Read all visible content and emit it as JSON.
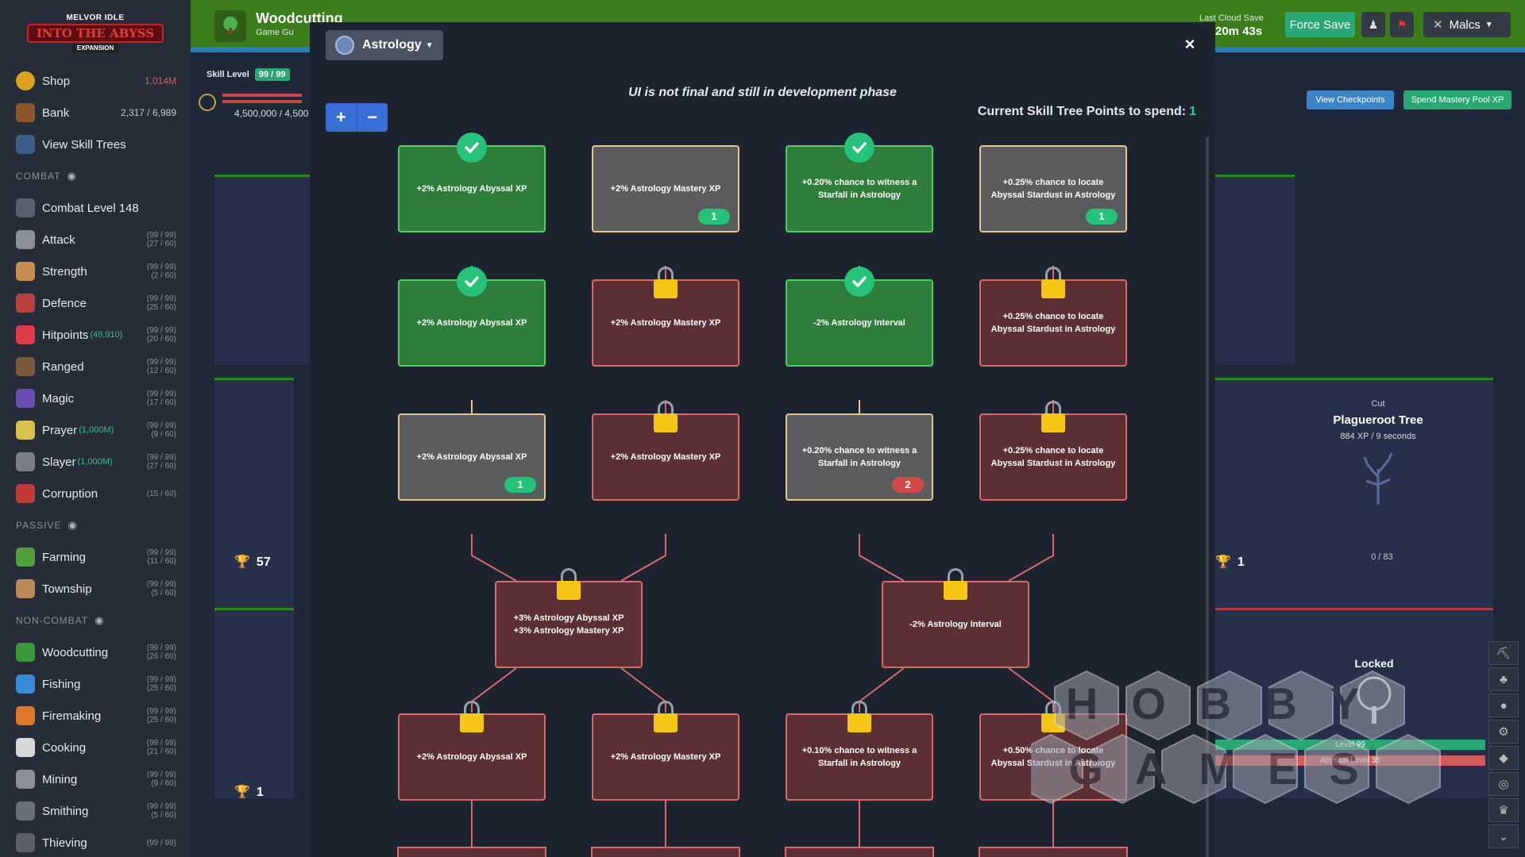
{
  "logo": {
    "line1": "MELVOR IDLE",
    "line2": "INTO THE ABYSS",
    "line3": "EXPANSION"
  },
  "sidebar": {
    "top_items": [
      {
        "label": "Shop",
        "value": "1,014M",
        "icon": "coin-icon"
      },
      {
        "label": "Bank",
        "value": "2,317 / 6,989",
        "icon": "bank-chest-icon"
      },
      {
        "label": "View Skill Trees",
        "icon": "skill-tree-icon"
      }
    ],
    "combat_header": "COMBAT",
    "combat": [
      {
        "label": "Combat Level 148",
        "icon": "crossed-swords-icon"
      },
      {
        "label": "Attack",
        "lv1": "(99 / 99)",
        "lv2": "(27 / 60)",
        "icon": "sword-icon"
      },
      {
        "label": "Strength",
        "lv1": "(99 / 99)",
        "lv2": "(2 / 60)",
        "icon": "fist-icon"
      },
      {
        "label": "Defence",
        "lv1": "(99 / 99)",
        "lv2": "(25 / 60)",
        "icon": "shield-icon"
      },
      {
        "label": "Hitpoints",
        "sub": "(49,910)",
        "lv1": "(99 / 99)",
        "lv2": "(20 / 60)",
        "icon": "heart-icon"
      },
      {
        "label": "Ranged",
        "lv1": "(99 / 99)",
        "lv2": "(12 / 60)",
        "icon": "bow-icon"
      },
      {
        "label": "Magic",
        "lv1": "(99 / 99)",
        "lv2": "(17 / 60)",
        "icon": "wizard-hat-icon"
      },
      {
        "label": "Prayer",
        "sub": "(1,000M)",
        "lv1": "(99 / 99)",
        "lv2": "(9 / 60)",
        "icon": "prayer-icon"
      },
      {
        "label": "Slayer",
        "sub": "(1,000M)",
        "lv1": "(99 / 99)",
        "lv2": "(27 / 60)",
        "icon": "slayer-icon"
      },
      {
        "label": "Corruption",
        "lv1": "(15 / 60)",
        "icon": "corruption-icon"
      }
    ],
    "passive_header": "PASSIVE",
    "passive": [
      {
        "label": "Farming",
        "lv1": "(99 / 99)",
        "lv2": "(11 / 60)",
        "icon": "farming-icon"
      },
      {
        "label": "Township",
        "lv1": "(99 / 99)",
        "lv2": "(5 / 60)",
        "icon": "township-icon"
      }
    ],
    "noncombat_header": "NON-COMBAT",
    "noncombat": [
      {
        "label": "Woodcutting",
        "lv1": "(99 / 99)",
        "lv2": "(26 / 60)",
        "icon": "tree-icon"
      },
      {
        "label": "Fishing",
        "lv1": "(99 / 99)",
        "lv2": "(25 / 60)",
        "icon": "fish-icon"
      },
      {
        "label": "Firemaking",
        "lv1": "(99 / 99)",
        "lv2": "(25 / 60)",
        "icon": "fire-icon"
      },
      {
        "label": "Cooking",
        "lv1": "(99 / 99)",
        "lv2": "(21 / 60)",
        "icon": "cooking-pot-icon"
      },
      {
        "label": "Mining",
        "lv1": "(99 / 99)",
        "lv2": "(9 / 60)",
        "icon": "pickaxe-icon"
      },
      {
        "label": "Smithing",
        "lv1": "(99 / 99)",
        "lv2": "(5 / 60)",
        "icon": "anvil-icon"
      },
      {
        "label": "Thieving",
        "lv1": "(99 / 99)",
        "icon": "thief-icon"
      }
    ]
  },
  "header": {
    "skill_name": "Woodcutting",
    "game_guide": "Game Gu",
    "cloud_save_label": "Last Cloud Save",
    "cloud_save_time": "20m 43s",
    "force_save": "Force Save",
    "profile": "Malcs"
  },
  "background": {
    "skill_level_label": "Skill Level",
    "skill_level_value": "99 / 99",
    "xp_text": "4,500,000 / 4,500",
    "view_checkpoints": "View Checkpoints",
    "spend_mastery": "Spend Mastery Pool XP",
    "cut_label": "Cut",
    "tree_name": "Plagueroot Tree",
    "tree_xp": "884 XP / 9 seconds",
    "trophy_57": "57",
    "trophy_1a": "1",
    "trophy_1b": "1",
    "progress_count": "0 / 83",
    "locked_label": "Locked",
    "level_99": "Level 99",
    "abyssal_level": "Abyssal Level 35"
  },
  "watermark": {
    "line1": "HOBBY",
    "line2": "GAMES"
  },
  "modal": {
    "skill_selector": "Astrology",
    "notice": "UI is not final and still in development phase",
    "points_label": "Current Skill Tree Points to spend:",
    "points_value": "1",
    "zoom_in": "+",
    "zoom_out": "−",
    "close": "×"
  },
  "tree": {
    "nodes": [
      {
        "id": "a1",
        "text": "+2% Astrology Abyssal XP",
        "state": "unlocked"
      },
      {
        "id": "b1",
        "text": "+2% Astrology Mastery XP",
        "state": "available",
        "cost": "1",
        "cost_color": "green"
      },
      {
        "id": "c1",
        "text": "+0.20% chance to witness a Starfall in Astrology",
        "state": "unlocked"
      },
      {
        "id": "d1",
        "text": "+0.25% chance to locate Abyssal Stardust in Astrology",
        "state": "available",
        "cost": "1",
        "cost_color": "green"
      },
      {
        "id": "a2",
        "text": "+2% Astrology Abyssal XP",
        "state": "unlocked"
      },
      {
        "id": "b2",
        "text": "+2% Astrology Mastery XP",
        "state": "locked"
      },
      {
        "id": "c2",
        "text": "-2% Astrology Interval",
        "state": "unlocked"
      },
      {
        "id": "d2",
        "text": "+0.25% chance to locate Abyssal Stardust in Astrology",
        "state": "locked"
      },
      {
        "id": "a3",
        "text": "+2% Astrology Abyssal XP",
        "state": "available",
        "cost": "1",
        "cost_color": "green"
      },
      {
        "id": "b3",
        "text": "+2% Astrology Mastery XP",
        "state": "locked"
      },
      {
        "id": "c3",
        "text": "+0.20% chance to witness a Starfall in Astrology",
        "state": "available",
        "cost": "2",
        "cost_color": "red"
      },
      {
        "id": "d3",
        "text": "+0.25% chance to locate Abyssal Stardust in Astrology",
        "state": "locked"
      },
      {
        "id": "m1",
        "text": "+3% Astrology Abyssal XP\n+3% Astrology Mastery XP",
        "state": "locked"
      },
      {
        "id": "m2",
        "text": "-2% Astrology Interval",
        "state": "locked"
      },
      {
        "id": "a5",
        "text": "+2% Astrology Abyssal XP",
        "state": "locked"
      },
      {
        "id": "b5",
        "text": "+2% Astrology Mastery XP",
        "state": "locked"
      },
      {
        "id": "c5",
        "text": "+0.10% chance to witness a Starfall in Astrology",
        "state": "locked"
      },
      {
        "id": "d5",
        "text": "+0.50% chance to locate Abyssal Stardust in Astrology",
        "state": "locked"
      }
    ]
  },
  "colors": {
    "unlocked": "#2f7d3a",
    "available": "#5b5c5e",
    "locked": "#5b2f33",
    "accent_green": "#27c27a",
    "lock_yellow": "#f5c518"
  }
}
